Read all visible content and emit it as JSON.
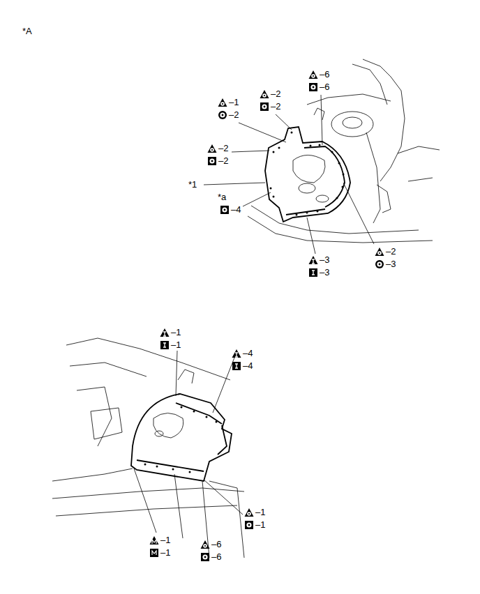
{
  "diagram": {
    "labels": [
      "*A",
      "–6",
      "–6",
      "–2",
      "–2",
      "–1",
      "–2",
      "–2",
      "–2",
      "*1",
      "*a",
      "–4",
      "–3",
      "–3",
      "–2",
      "–3",
      "–1",
      "–1",
      "–4",
      "–4",
      "–1",
      "–1",
      "–1",
      "–1",
      "–6",
      "–6"
    ]
  }
}
